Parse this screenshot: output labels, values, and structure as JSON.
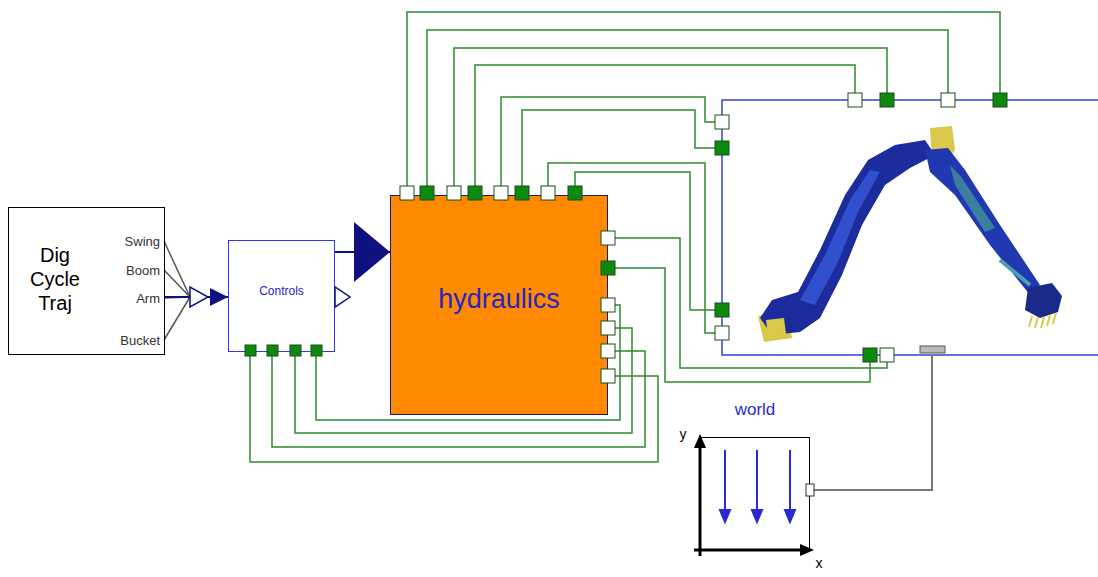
{
  "diagram": {
    "nodes": [
      {
        "text": [
          "Dig Cycle Traj"
        ]
      },
      {
        "text": [
          "Controls"
        ]
      },
      {
        "text": [
          "hydraulics"
        ]
      },
      {
        "text": [
          "world"
        ]
      }
    ],
    "edges": [
      {
        "from": 0,
        "to": 1,
        "arrow": "to"
      },
      {
        "from": 1,
        "to": 2,
        "arrow": "to"
      },
      {
        "from": 2,
        "to": 1,
        "arrow": "none"
      },
      {
        "from": 2,
        "to": 1,
        "arrow": "none"
      },
      {
        "from": 2,
        "to": 1,
        "arrow": "none"
      },
      {
        "from": 2,
        "to": 1,
        "arrow": "none"
      }
    ],
    "labels": [
      "Swing",
      "Boom",
      "Arm",
      "Bucket",
      "y",
      "x"
    ]
  }
}
